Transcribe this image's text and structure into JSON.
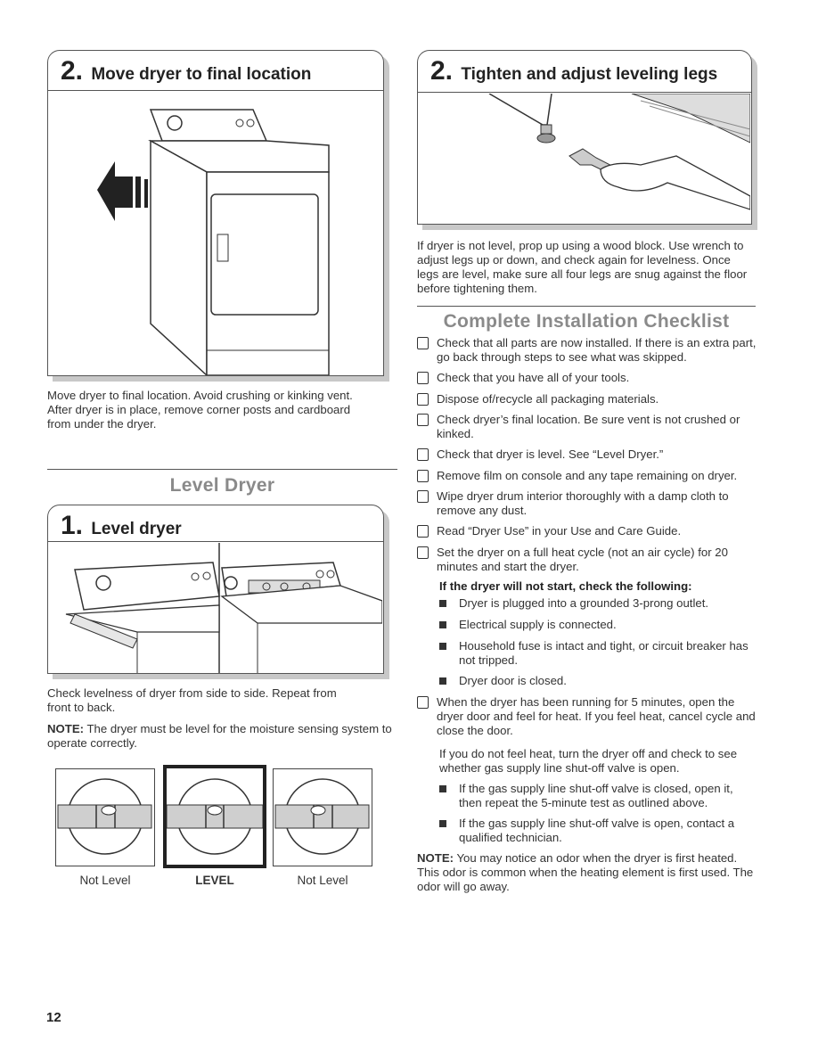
{
  "left": {
    "move_step": {
      "number": "2.",
      "title": "Move dryer to final location",
      "caption": "Move dryer to final location. Avoid crushing or kinking vent. After dryer is in place, remove corner posts and cardboard from under the dryer."
    },
    "level_heading": "Level Dryer",
    "level_step": {
      "number": "1.",
      "title": "Level dryer",
      "caption": "Check levelness of dryer from side to side. Repeat from front to back.",
      "note_label": "NOTE:",
      "note_text": " The dryer must be level for the moisture sensing system to operate correctly."
    },
    "levels": [
      {
        "label": "Not Level"
      },
      {
        "label": "LEVEL"
      },
      {
        "label": "Not Level"
      }
    ]
  },
  "right": {
    "tighten_step": {
      "number": "2.",
      "title": "Tighten and adjust leveling legs",
      "caption": "If dryer is not level, prop up using a wood block. Use wrench to adjust legs up or down, and check again for levelness. Once legs are level, make sure all four legs are snug against the floor before tightening them."
    },
    "checklist_heading": "Complete Installation Checklist",
    "checklist": [
      "Check that all parts are now installed. If there is an extra part, go back through steps to see what was skipped.",
      "Check that you have all of your tools.",
      "Dispose of/recycle all packaging materials.",
      "Check dryer’s final location. Be sure vent is not crushed or kinked.",
      "Check that dryer is level. See “Level Dryer.”",
      "Remove film on console and any tape remaining on dryer.",
      "Wipe dryer drum interior thoroughly with a damp cloth to remove any dust.",
      "Read “Dryer Use” in your Use and Care Guide.",
      "Set the dryer on a full heat cycle (not an air cycle) for 20 minutes and start the dryer."
    ],
    "wont_start_heading": "If the dryer will not start, check the following:",
    "wont_start_bullets": [
      "Dryer is plugged into a grounded 3-prong outlet.",
      "Electrical supply is connected.",
      "Household fuse is intact and tight, or circuit breaker has not tripped.",
      "Dryer door is closed."
    ],
    "running_check": "When the dryer has been running for 5 minutes, open the dryer door and feel for heat. If you feel heat, cancel cycle and close the door.",
    "no_heat_text": "If you do not feel heat, turn the dryer off and check to see whether gas supply line shut-off valve is open.",
    "gas_bullets": [
      "If the gas supply line shut-off valve is closed, open it, then repeat the 5-minute test as outlined above.",
      "If the gas supply line shut-off valve is open, contact a qualified technician."
    ],
    "final_note_label": "NOTE:",
    "final_note_text": " You may notice an odor when the dryer is first heated. This odor is common when the heating element is first used. The odor will go away."
  },
  "page_number": "12"
}
